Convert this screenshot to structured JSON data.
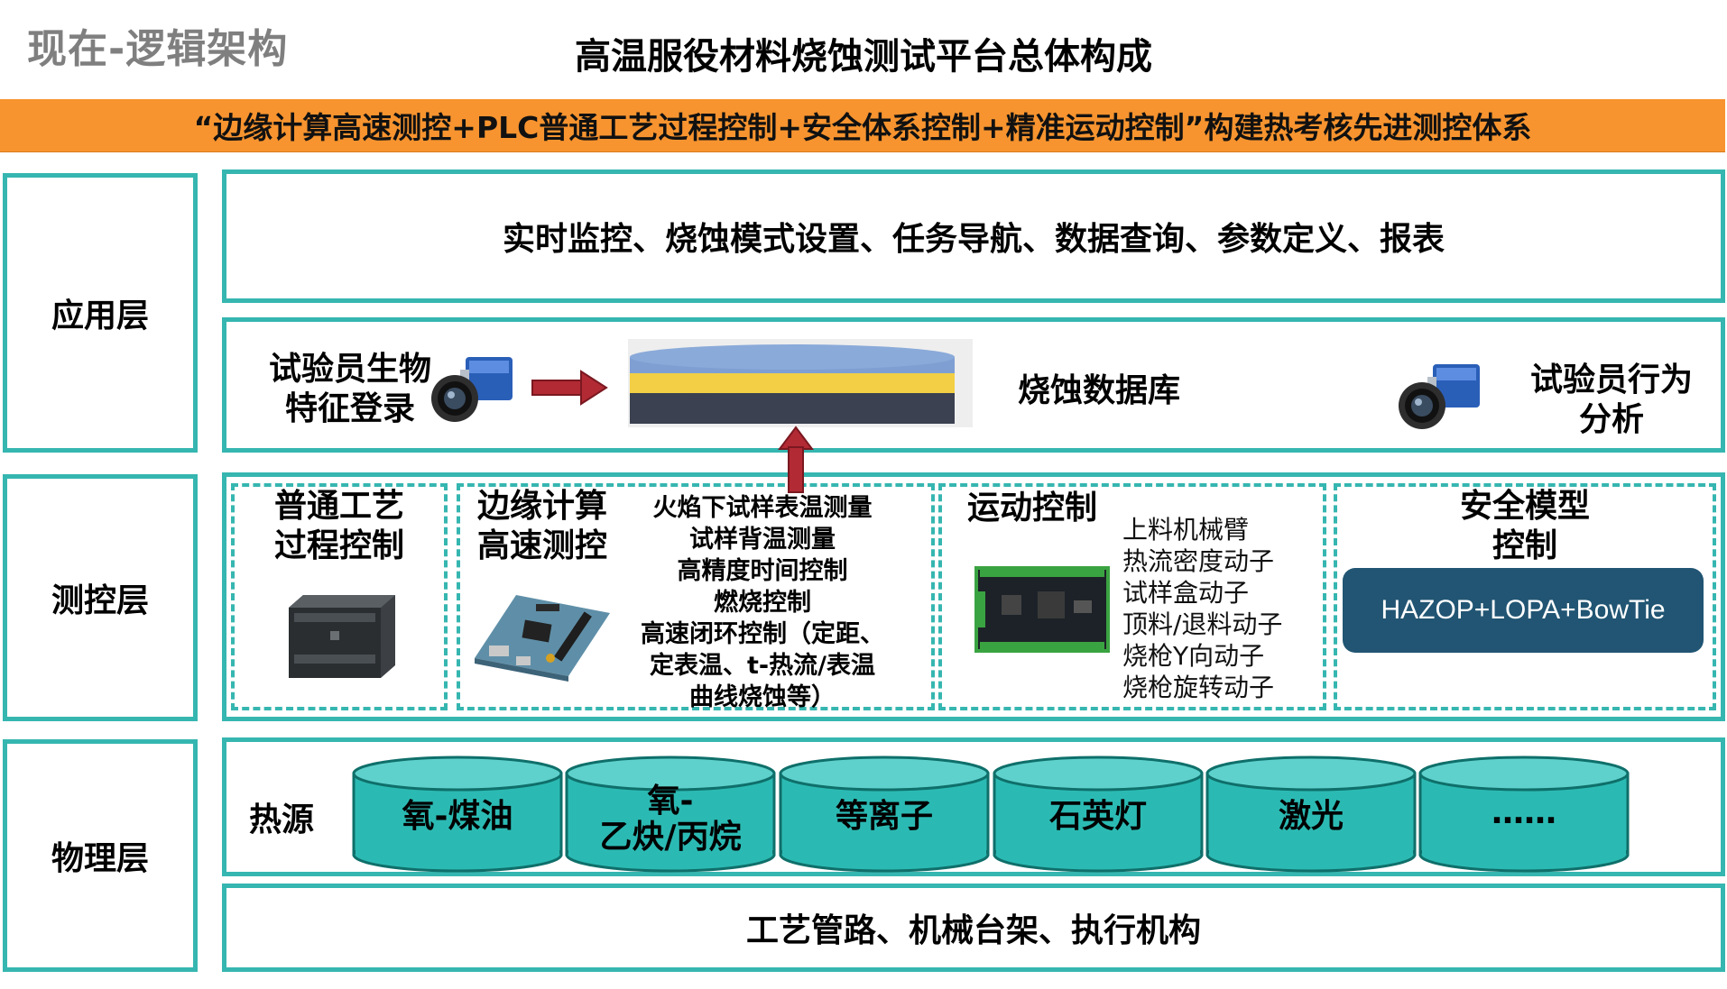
{
  "page_label": "现在-逻辑架构",
  "title": "高温服役材料烧蚀测试平台总体构成",
  "banner": "“边缘计算高速测控+PLC普通工艺过程控制+安全体系控制+精准运动控制”构建热考核先进测控体系",
  "layers": {
    "application": "应用层",
    "control": "测控层",
    "physical": "物理层"
  },
  "application": {
    "functions": "实时监控、烧蚀模式设置、任务导航、数据查询、参数定义、报表",
    "biometric_login": [
      "试验员生物",
      "特征登录"
    ],
    "database": "烧蚀数据库",
    "behavior_analysis": [
      "试验员行为",
      "分析"
    ]
  },
  "control": {
    "plc": [
      "普通工艺",
      "过程控制"
    ],
    "edge": [
      "边缘计算",
      "高速测控"
    ],
    "edge_tasks": [
      "火焰下试样表温测量",
      "试样背温测量",
      "高精度时间控制",
      "燃烧控制",
      "高速闭环控制（定距、",
      "定表温、t-热流/表温",
      "曲线烧蚀等）"
    ],
    "motion": "运动控制",
    "motion_items": [
      "上料机械臂",
      "热流密度动子",
      "试样盒动子",
      "顶料/退料动子",
      "烧枪Y向动子",
      "烧枪旋转动子"
    ],
    "safety": [
      "安全模型",
      "控制"
    ],
    "safety_method": "HAZOP+LOPA+BowTie"
  },
  "physical": {
    "heat_source_label": "热源",
    "sources": [
      [
        "氧-煤油"
      ],
      [
        "氧-",
        "乙炔/丙烷"
      ],
      [
        "等离子"
      ],
      [
        "石英灯"
      ],
      [
        "激光"
      ],
      [
        "……"
      ]
    ],
    "infrastructure": "工艺管路、机械台架、执行机构"
  },
  "colors": {
    "teal_border": "#36b6b0",
    "banner_orange": "#f7942f",
    "cylinder_fill": "#2bbab3",
    "db_blue": "#7f9fd3",
    "db_yellow": "#f2cf45",
    "db_dark": "#3b4150",
    "arrow_red": "#b22a34",
    "hazop_navy": "#215573"
  }
}
